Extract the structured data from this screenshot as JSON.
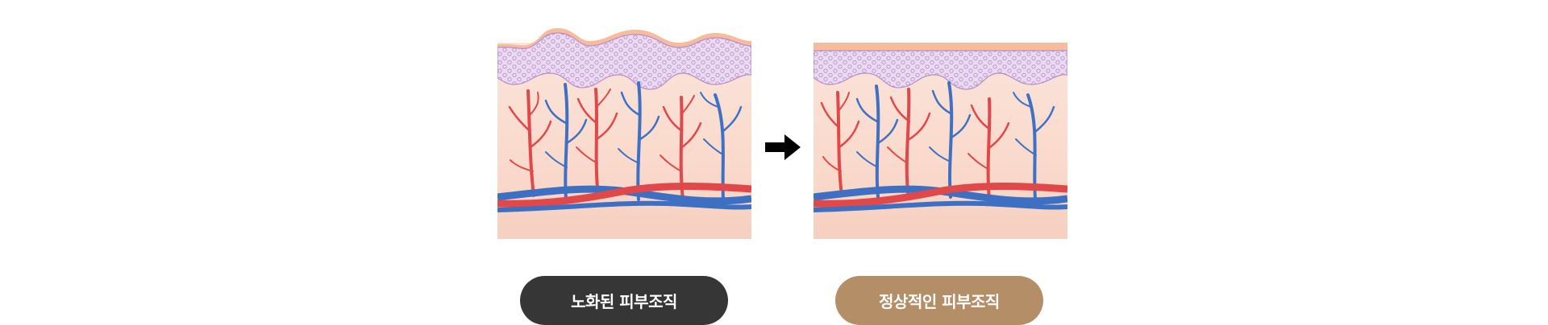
{
  "panels": [
    {
      "id": "aged",
      "label": "노화된 피부조직",
      "label_color": "#363636"
    },
    {
      "id": "normal",
      "label": "정상적인 피부조직",
      "label_color": "#b48e67"
    }
  ],
  "icons": {
    "transition": "right-arrow-icon"
  },
  "colors": {
    "skin_surface": "#f8bfa2",
    "epidermis_pattern": "#c8a6d3",
    "dermis": "#fbe0d4",
    "artery": "#e0484a",
    "vein": "#3d6fc2"
  }
}
